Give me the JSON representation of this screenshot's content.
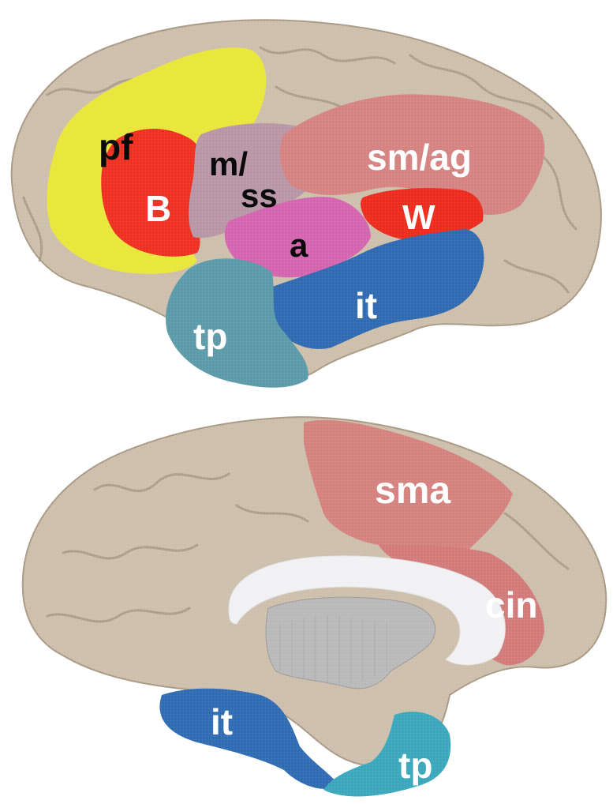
{
  "figure": {
    "lateral_view": {
      "regions": [
        {
          "key": "pf",
          "label": "pf",
          "color": "#e9e63a"
        },
        {
          "key": "B",
          "label": "B",
          "color": "#ef2f1f"
        },
        {
          "key": "m_ss",
          "label_top": "m/",
          "label_bottom": "ss",
          "color": "#b896a6"
        },
        {
          "key": "sm_ag",
          "label": "sm/ag",
          "color": "#d58381"
        },
        {
          "key": "W",
          "label": "W",
          "color": "#ee2a1c"
        },
        {
          "key": "a",
          "label": "a",
          "color": "#d464b0"
        },
        {
          "key": "it",
          "label": "it",
          "color": "#2f69b1"
        },
        {
          "key": "tp",
          "label": "tp",
          "color": "#5b9aa8"
        }
      ]
    },
    "medial_view": {
      "regions": [
        {
          "key": "sma",
          "label": "sma",
          "color": "#d5827f"
        },
        {
          "key": "cin",
          "label": "cin",
          "color": "#d27a79"
        },
        {
          "key": "it",
          "label": "it",
          "color": "#2f6bb2"
        },
        {
          "key": "tp",
          "label": "tp",
          "color": "#3aa7bd"
        }
      ],
      "corpus_callosum_color": "#f1f1f3",
      "brainstem_color": "#b9b9b9"
    },
    "cortex_color": "#cdbfab"
  }
}
